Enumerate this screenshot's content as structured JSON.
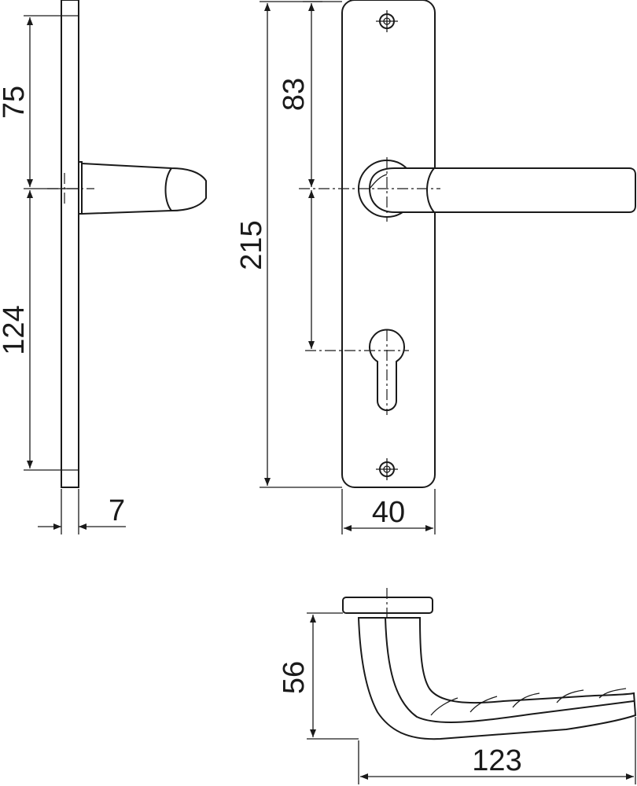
{
  "dimensions": {
    "top_to_lever": "75",
    "lever_to_bottom": "124",
    "plate_thickness": "7",
    "plate_length": "215",
    "lever_to_keyhole": "83",
    "plate_width": "40",
    "lever_projection": "56",
    "lever_length": "123"
  }
}
